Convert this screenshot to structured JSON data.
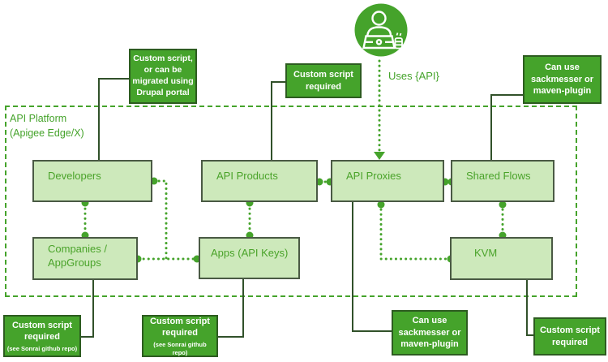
{
  "diagram": {
    "actor": {
      "icon": "developer-at-laptop-icon",
      "uses_label": "Uses {API}"
    },
    "platform_label": "API Platform\n(Apigee Edge/X)",
    "nodes": {
      "developers": "Developers",
      "api_products": "API Products",
      "api_proxies": "API Proxies",
      "shared_flows": "Shared Flows",
      "companies": "Companies /\nAppGroups",
      "apps": "Apps (API Keys)",
      "kvm": "KVM"
    },
    "notes": {
      "drupal": "Custom script,\nor can be\nmigrated using\nDrupal portal",
      "script_top": "Custom script\nrequired",
      "sackmesser_top": "Can use\nsackmesser or\nmaven-plugin",
      "sonrai_left_main": "Custom script\nrequired",
      "sonrai_left_sub": "(see Sonrai github repo)",
      "sonrai_mid_main": "Custom script\nrequired",
      "sonrai_mid_sub": "(see Sonrai github repo)",
      "sackmesser_bottom": "Can use\nsackmesser or\nmaven-plugin",
      "script_right": "Custom script\nrequired"
    },
    "colors": {
      "accent_green": "#45a32b",
      "node_fill": "#cde9bb",
      "node_border": "#4a5a44",
      "note_border": "#2d5c20",
      "solid_line": "#31512a",
      "note_text": "#ffffff"
    }
  }
}
